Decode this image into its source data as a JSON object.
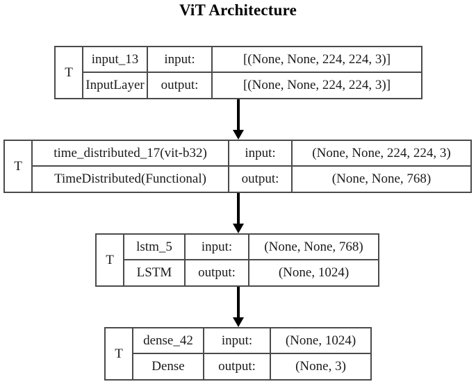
{
  "title": "ViT Architecture",
  "io_labels": {
    "input": "input:",
    "output": "output:"
  },
  "tag": "T",
  "nodes": [
    {
      "tag": "T",
      "name": "input_13",
      "type": "InputLayer",
      "input_label": "input:",
      "output_label": "output:",
      "input_shape": "[(None, None, 224, 224, 3)]",
      "output_shape": "[(None, None, 224, 224, 3)]"
    },
    {
      "tag": "T",
      "name": "time_distributed_17(vit-b32)",
      "type": "TimeDistributed(Functional)",
      "input_label": "input:",
      "output_label": "output:",
      "input_shape": "(None, None, 224, 224, 3)",
      "output_shape": "(None, None, 768)"
    },
    {
      "tag": "T",
      "name": "lstm_5",
      "type": "LSTM",
      "input_label": "input:",
      "output_label": "output:",
      "input_shape": "(None, None, 768)",
      "output_shape": "(None, 1024)"
    },
    {
      "tag": "T",
      "name": "dense_42",
      "type": "Dense",
      "input_label": "input:",
      "output_label": "output:",
      "input_shape": "(None, 1024)",
      "output_shape": "(None, 3)"
    }
  ],
  "colors": {
    "border": "#4a4a4a",
    "arrow": "#000000",
    "background": "#ffffff",
    "text": "#1a1a1a"
  }
}
